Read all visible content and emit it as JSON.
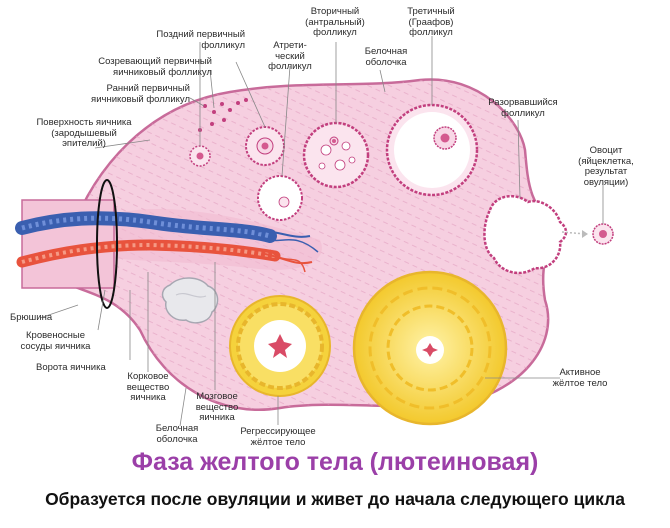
{
  "labels": {
    "pozdniy": "Поздний первичный\nфолликул",
    "sozrevayushchiy": "Созревающий первичный\nяичниковый фолликул",
    "ranniy": "Ранний первичный\nяичниковый фолликул",
    "poverkhnost": "Поверхность яичника\n(зародышевый\nэпителий)",
    "vtorichnyy": "Вторичный\n(антральный)\nфолликул",
    "atreticheskiy": "Атрети-\nческий\nфолликул",
    "belochnaya_top": "Белочная\nоболочка",
    "tretichnyy": "Третичный\n(Граафов)\nфолликул",
    "razorvavshiysya": "Разорвавшийся\nфолликул",
    "ovotsit": "Овоцит\n(яйцеклетка,\nрезультат\nовуляции)",
    "bryushina": "Брюшина",
    "krovenosnye": "Кровеносные\nсосуды яичника",
    "vorota": "Ворота яичника",
    "korkovoe": "Корковое\nвещество\nяичника",
    "mozgovoe": "Мозговое\nвещество\nяичника",
    "belochnaya_bottom": "Белочная\nоболочка",
    "regressiruyushchee": "Регрессирующее\nжёлтое тело",
    "aktivnoe": "Активное\nжёлтое тело"
  },
  "title": "Фаза желтого тела (лютеиновая)",
  "subtitle": "Образуется после овуляции и живет до начала следующего цикла",
  "colors": {
    "ovary_fill": "#f6cfe0",
    "ovary_stroke": "#c86b9a",
    "artery": "#e8533d",
    "vein": "#3a5fb0",
    "corpus_luteum": "#f5d23c",
    "title": "#9b3fa8"
  }
}
